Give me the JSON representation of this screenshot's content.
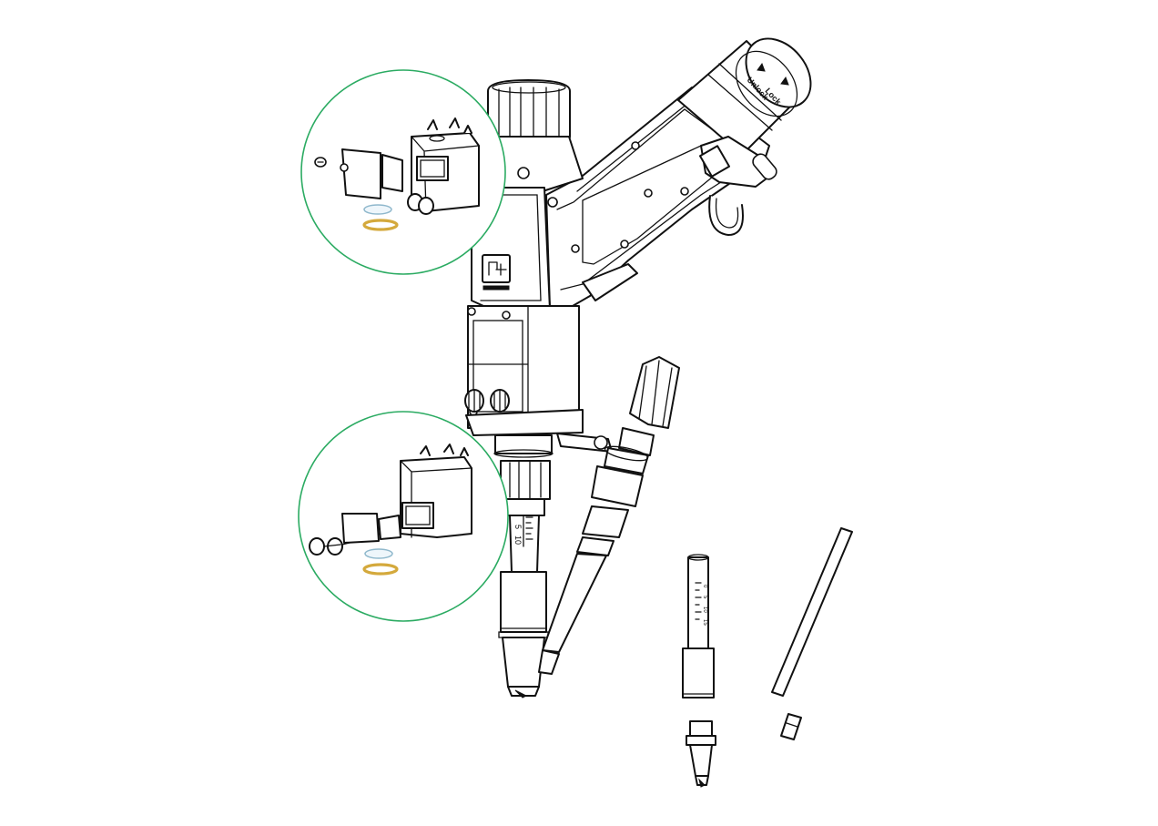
{
  "colors": {
    "line": "#111111",
    "detail_circle": "#2bab62",
    "seal_ring": "#d4a93c",
    "protective_lens": "#8fb8cc"
  },
  "labels": {
    "unlock": "Unlock",
    "lock": "Lock",
    "nozzle_scale_5": "5",
    "nozzle_scale_10": "10",
    "tube_scale": [
      "0",
      "5",
      "10",
      "15"
    ]
  },
  "icons": {
    "unlock_arrow": "triangle-up-icon",
    "lock_arrow": "triangle-up-icon",
    "brand_logo": "brand-logo"
  }
}
